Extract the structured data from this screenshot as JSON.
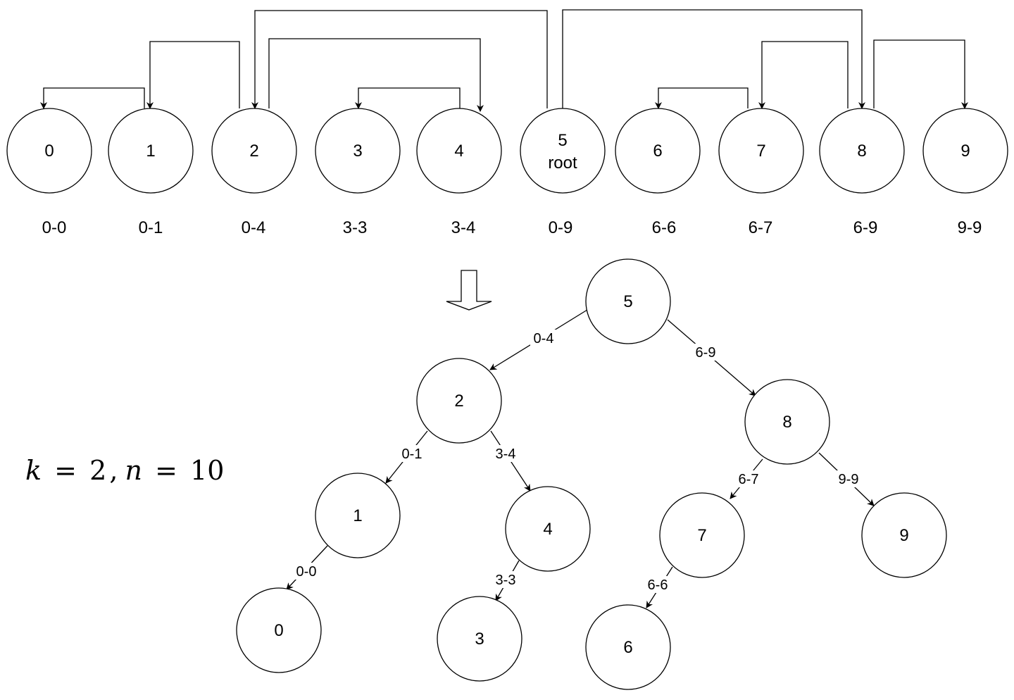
{
  "array": {
    "nodes": [
      {
        "label": "0",
        "range": "0-0"
      },
      {
        "label": "1",
        "range": "0-1"
      },
      {
        "label": "2",
        "range": "0-4"
      },
      {
        "label": "3",
        "range": "3-3"
      },
      {
        "label": "4",
        "range": "3-4"
      },
      {
        "label": "5",
        "sublabel": "root",
        "range": "0-9"
      },
      {
        "label": "6",
        "range": "6-6"
      },
      {
        "label": "7",
        "range": "6-7"
      },
      {
        "label": "8",
        "range": "6-9"
      },
      {
        "label": "9",
        "range": "9-9"
      }
    ],
    "links": [
      {
        "from": "1",
        "to": "0"
      },
      {
        "from": "2",
        "to": "1"
      },
      {
        "from": "5",
        "to": "2"
      },
      {
        "from": "2",
        "to": "4"
      },
      {
        "from": "4",
        "to": "3"
      },
      {
        "from": "5",
        "to": "8"
      },
      {
        "from": "7",
        "to": "6"
      },
      {
        "from": "8",
        "to": "7"
      },
      {
        "from": "8",
        "to": "9"
      }
    ]
  },
  "tree": {
    "nodes": [
      "5",
      "2",
      "8",
      "1",
      "4",
      "7",
      "9",
      "0",
      "3",
      "6"
    ],
    "edges": [
      {
        "from": "5",
        "to": "2",
        "label": "0-4"
      },
      {
        "from": "5",
        "to": "8",
        "label": "6-9"
      },
      {
        "from": "2",
        "to": "1",
        "label": "0-1"
      },
      {
        "from": "2",
        "to": "4",
        "label": "3-4"
      },
      {
        "from": "8",
        "to": "7",
        "label": "6-7"
      },
      {
        "from": "8",
        "to": "9",
        "label": "9-9"
      },
      {
        "from": "1",
        "to": "0",
        "label": "0-0"
      },
      {
        "from": "4",
        "to": "3",
        "label": "3-3"
      },
      {
        "from": "7",
        "to": "6",
        "label": "6-6"
      }
    ]
  },
  "formula": {
    "k_var": "k",
    "k_val": "2",
    "n_var": "n",
    "n_val": "10",
    "eq": "=",
    "comma": ","
  }
}
